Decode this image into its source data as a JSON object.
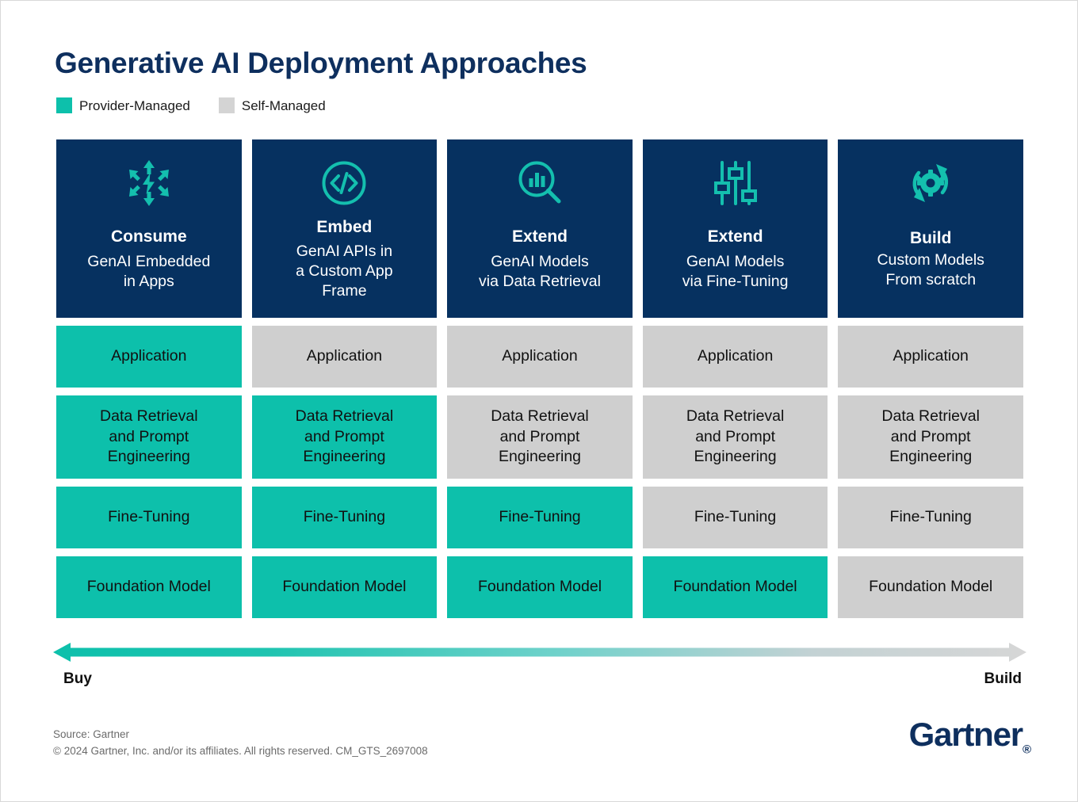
{
  "title": "Generative AI Deployment Approaches",
  "colors": {
    "navy": "#063160",
    "title_navy": "#0e2f5e",
    "teal": "#0dc0ab",
    "gray": "#cfcfcf",
    "footer_gray": "#6b6b6b",
    "white": "#ffffff"
  },
  "legend": {
    "items": [
      {
        "label": "Provider-Managed",
        "color": "#0dc0ab",
        "key": "provider-managed"
      },
      {
        "label": "Self-Managed",
        "color": "#cfcfcf",
        "key": "self-managed"
      }
    ]
  },
  "columns": [
    {
      "icon": "lightning-burst-icon",
      "title": "Consume",
      "subtitle": "GenAI Embedded\nin Apps",
      "subtitle_line1": "GenAI Embedded",
      "subtitle_line2": "in Apps",
      "subtitle_line3": ""
    },
    {
      "icon": "code-brackets-circle-icon",
      "title": "Embed",
      "subtitle": "GenAI APIs in\na Custom App\nFrame",
      "subtitle_line1": "GenAI APIs in",
      "subtitle_line2": "a Custom App",
      "subtitle_line3": "Frame"
    },
    {
      "icon": "magnifier-bar-chart-icon",
      "title": "Extend",
      "subtitle": "GenAI Models\nvia Data Retrieval",
      "subtitle_line1": "GenAI Models",
      "subtitle_line2": "via Data Retrieval",
      "subtitle_line3": ""
    },
    {
      "icon": "sliders-icon",
      "title": "Extend",
      "subtitle": "GenAI Models\nvia Fine-Tuning",
      "subtitle_line1": "GenAI Models",
      "subtitle_line2": "via Fine-Tuning",
      "subtitle_line3": ""
    },
    {
      "icon": "gear-refresh-icon",
      "title": "Build",
      "subtitle": "Custom Models\nFrom scratch",
      "subtitle_line1": "Custom Models",
      "subtitle_line2": "From scratch",
      "subtitle_line3": ""
    }
  ],
  "chart_data": {
    "type": "table",
    "title": "Generative AI Deployment Approaches",
    "row_labels": [
      "Application",
      "Data Retrieval and Prompt Engineering",
      "Fine-Tuning",
      "Foundation Model"
    ],
    "column_labels": [
      "Consume",
      "Embed",
      "Extend (Data Retrieval)",
      "Extend (Fine-Tuning)",
      "Build"
    ],
    "legend": [
      "Provider-Managed",
      "Self-Managed"
    ],
    "cells": [
      [
        {
          "label": "Application",
          "state": "provider-managed"
        },
        {
          "label": "Application",
          "state": "self-managed"
        },
        {
          "label": "Application",
          "state": "self-managed"
        },
        {
          "label": "Application",
          "state": "self-managed"
        },
        {
          "label": "Application",
          "state": "self-managed"
        }
      ],
      [
        {
          "label": "Data Retrieval and Prompt Engineering",
          "state": "provider-managed"
        },
        {
          "label": "Data Retrieval and Prompt Engineering",
          "state": "provider-managed"
        },
        {
          "label": "Data Retrieval and Prompt Engineering",
          "state": "self-managed"
        },
        {
          "label": "Data Retrieval and Prompt Engineering",
          "state": "self-managed"
        },
        {
          "label": "Data Retrieval and Prompt Engineering",
          "state": "self-managed"
        }
      ],
      [
        {
          "label": "Fine-Tuning",
          "state": "provider-managed"
        },
        {
          "label": "Fine-Tuning",
          "state": "provider-managed"
        },
        {
          "label": "Fine-Tuning",
          "state": "provider-managed"
        },
        {
          "label": "Fine-Tuning",
          "state": "self-managed"
        },
        {
          "label": "Fine-Tuning",
          "state": "self-managed"
        }
      ],
      [
        {
          "label": "Foundation Model",
          "state": "provider-managed"
        },
        {
          "label": "Foundation Model",
          "state": "provider-managed"
        },
        {
          "label": "Foundation Model",
          "state": "provider-managed"
        },
        {
          "label": "Foundation Model",
          "state": "provider-managed"
        },
        {
          "label": "Foundation Model",
          "state": "self-managed"
        }
      ]
    ]
  },
  "axis": {
    "left_label": "Buy",
    "right_label": "Build",
    "direction": "bidirectional",
    "gradient_from": "#0dc0ab",
    "gradient_to": "#d4d4d4"
  },
  "footer": {
    "source": "Source: Gartner",
    "copyright": "© 2024 Gartner, Inc. and/or its affiliates. All rights reserved. CM_GTS_2697008",
    "logo": "Gartner",
    "logo_mark": "®"
  }
}
